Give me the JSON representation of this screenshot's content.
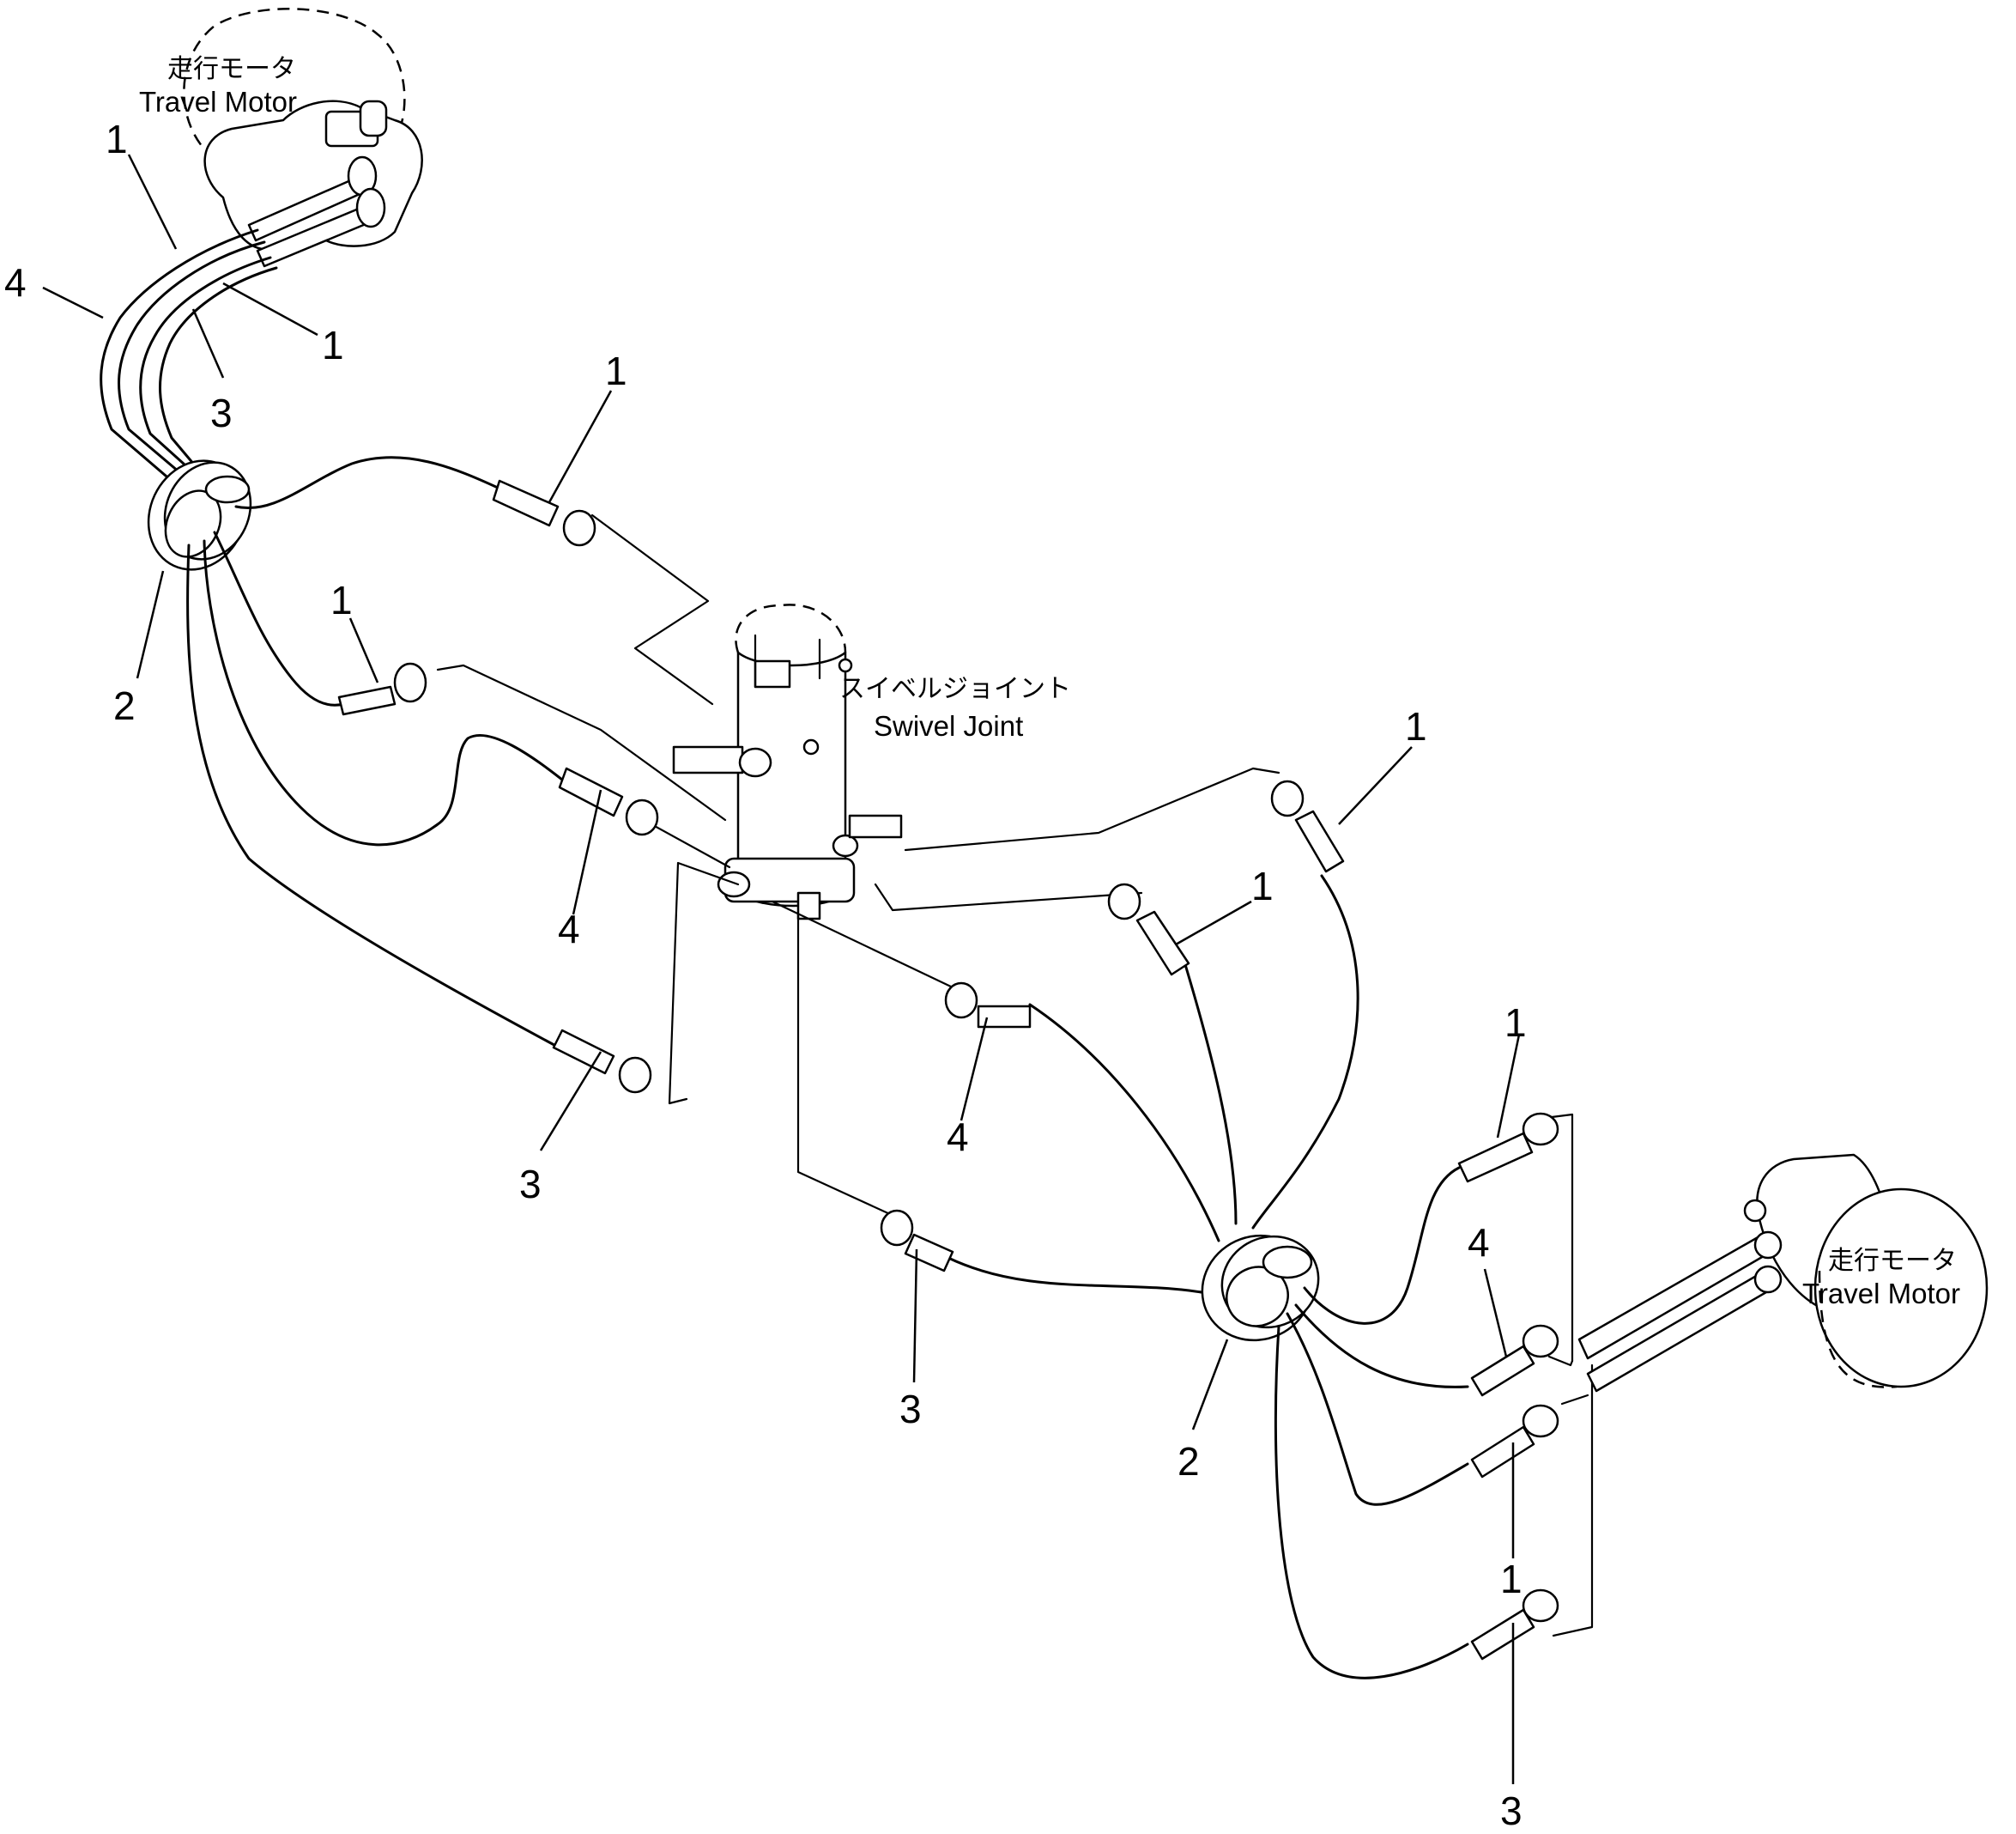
{
  "labels": {
    "travel_motor_top_jp": "走行モータ",
    "travel_motor_top_en": "Travel Motor",
    "travel_motor_bottom_jp": "走行モータ",
    "travel_motor_bottom_en": "Travel Motor",
    "swivel_joint_jp": "スイベルジョイント",
    "swivel_joint_en": "Swivel Joint"
  },
  "callouts": [
    {
      "id": "c01",
      "text": "1"
    },
    {
      "id": "c02",
      "text": "4"
    },
    {
      "id": "c03",
      "text": "1"
    },
    {
      "id": "c04",
      "text": "3"
    },
    {
      "id": "c05",
      "text": "1"
    },
    {
      "id": "c06",
      "text": "1"
    },
    {
      "id": "c07",
      "text": "2"
    },
    {
      "id": "c08",
      "text": "4"
    },
    {
      "id": "c09",
      "text": "3"
    },
    {
      "id": "c10",
      "text": "1"
    },
    {
      "id": "c11",
      "text": "1"
    },
    {
      "id": "c12",
      "text": "4"
    },
    {
      "id": "c13",
      "text": "1"
    },
    {
      "id": "c14",
      "text": "4"
    },
    {
      "id": "c15",
      "text": "3"
    },
    {
      "id": "c16",
      "text": "2"
    },
    {
      "id": "c17",
      "text": "1"
    },
    {
      "id": "c18",
      "text": "3"
    }
  ]
}
